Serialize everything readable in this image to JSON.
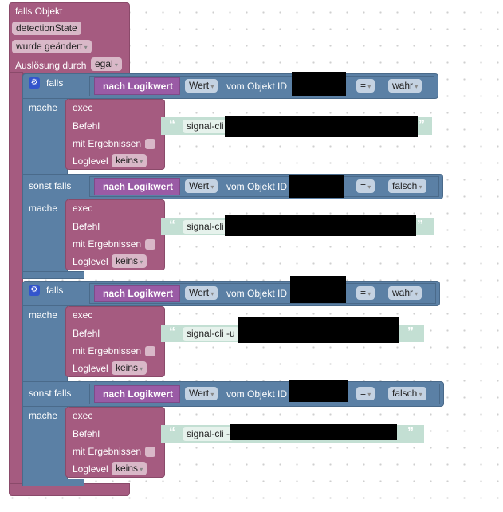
{
  "event": {
    "title": "falls Objekt",
    "object": "detectionState",
    "change": "wurde geändert",
    "trigger_label": "Auslösung durch",
    "trigger_value": "egal"
  },
  "blocks": [
    {
      "branches": [
        {
          "kw": "falls",
          "cond": {
            "conv": "nach Logikwert",
            "attr": "Wert",
            "obj": "vom Objekt ID",
            "op": "=",
            "val": "wahr"
          },
          "exec": {
            "title": "exec",
            "cmd_label": "Befehl",
            "cmd": "signal-cli",
            "results_label": "mit Ergebnissen",
            "log_label": "Loglevel",
            "log": "keins"
          }
        },
        {
          "kw": "sonst falls",
          "cond": {
            "conv": "nach Logikwert",
            "attr": "Wert",
            "obj": "vom Objekt ID",
            "op": "=",
            "val": "falsch"
          },
          "exec": {
            "title": "exec",
            "cmd_label": "Befehl",
            "cmd": "signal-cli",
            "results_label": "mit Ergebnissen",
            "log_label": "Loglevel",
            "log": "keins"
          }
        }
      ]
    },
    {
      "branches": [
        {
          "kw": "falls",
          "cond": {
            "conv": "nach Logikwert",
            "attr": "Wert",
            "obj": "vom Objekt ID",
            "op": "=",
            "val": "wahr"
          },
          "exec": {
            "title": "exec",
            "cmd_label": "Befehl",
            "cmd": "signal-cli -u",
            "results_label": "mit Ergebnissen",
            "log_label": "Loglevel",
            "log": "keins"
          }
        },
        {
          "kw": "sonst falls",
          "cond": {
            "conv": "nach Logikwert",
            "attr": "Wert",
            "obj": "vom Objekt ID",
            "op": "=",
            "val": "falsch"
          },
          "exec": {
            "title": "exec",
            "cmd_label": "Befehl",
            "cmd": "signal-cli -",
            "results_label": "mit Ergebnissen",
            "log_label": "Loglevel",
            "log": "keins"
          }
        }
      ]
    }
  ],
  "mache": "mache",
  "open_quote": "“",
  "close_quote": "”"
}
